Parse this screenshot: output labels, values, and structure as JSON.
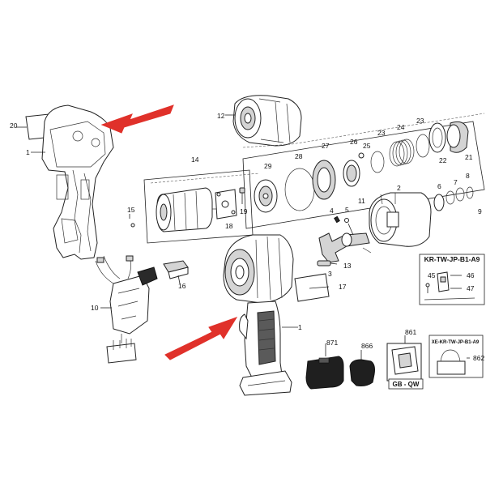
{
  "colors": {
    "arrow": "#e0312a",
    "line": "#222222",
    "grip": "#5a5a5a",
    "battery": "#1f1f1f"
  },
  "parts": [
    {
      "id": "p1a",
      "label": "1"
    },
    {
      "id": "p1b",
      "label": "1"
    },
    {
      "id": "p2",
      "label": "2"
    },
    {
      "id": "p3",
      "label": "3"
    },
    {
      "id": "p4",
      "label": "4"
    },
    {
      "id": "p5",
      "label": "5"
    },
    {
      "id": "p6",
      "label": "6"
    },
    {
      "id": "p7",
      "label": "7"
    },
    {
      "id": "p8",
      "label": "8"
    },
    {
      "id": "p9",
      "label": "9"
    },
    {
      "id": "p10",
      "label": "10"
    },
    {
      "id": "p11",
      "label": "11"
    },
    {
      "id": "p12",
      "label": "12"
    },
    {
      "id": "p13",
      "label": "13"
    },
    {
      "id": "p14",
      "label": "14"
    },
    {
      "id": "p15",
      "label": "15"
    },
    {
      "id": "p16",
      "label": "16"
    },
    {
      "id": "p17",
      "label": "17"
    },
    {
      "id": "p18",
      "label": "18"
    },
    {
      "id": "p19",
      "label": "19"
    },
    {
      "id": "p20",
      "label": "20"
    },
    {
      "id": "p21",
      "label": "21"
    },
    {
      "id": "p22",
      "label": "22"
    },
    {
      "id": "p23a",
      "label": "23"
    },
    {
      "id": "p23b",
      "label": "23"
    },
    {
      "id": "p24",
      "label": "24"
    },
    {
      "id": "p25",
      "label": "25"
    },
    {
      "id": "p26",
      "label": "26"
    },
    {
      "id": "p27",
      "label": "27"
    },
    {
      "id": "p28",
      "label": "28"
    },
    {
      "id": "p29",
      "label": "29"
    },
    {
      "id": "p45",
      "label": "45"
    },
    {
      "id": "p46",
      "label": "46"
    },
    {
      "id": "p47",
      "label": "47"
    },
    {
      "id": "p861",
      "label": "861"
    },
    {
      "id": "p862",
      "label": "862"
    },
    {
      "id": "p866",
      "label": "866"
    },
    {
      "id": "p871",
      "label": "871"
    }
  ],
  "kit_boxes": {
    "kr_title": "KR-TW-JP-B1-A9",
    "xe_title": "XE-KR-TW-JP-B1-A9",
    "charger_label": "GB - QW"
  }
}
